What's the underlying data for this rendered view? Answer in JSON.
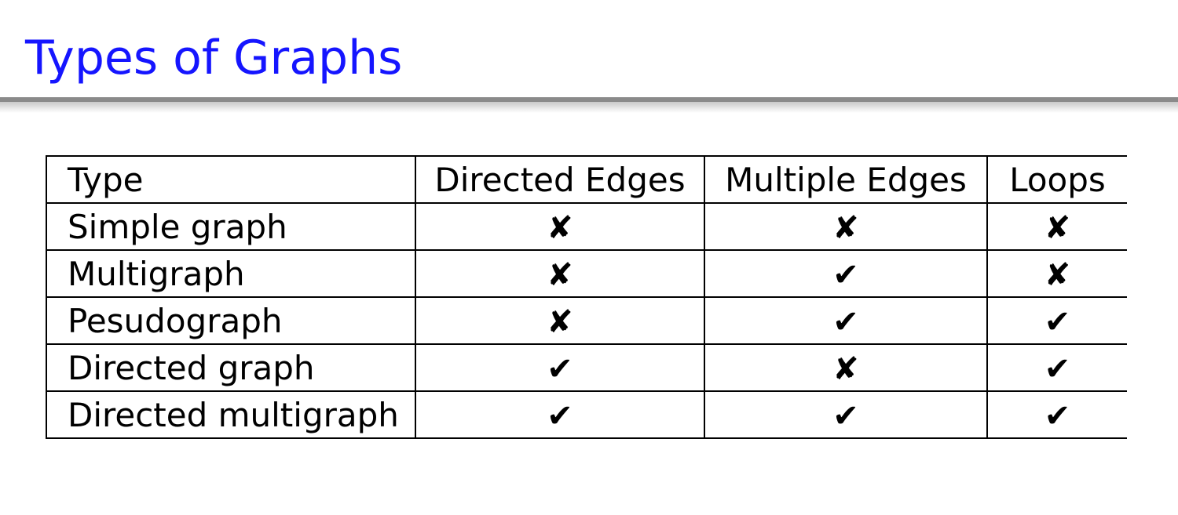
{
  "slide": {
    "title": "Types of Graphs",
    "title_color": "#1515ff"
  },
  "table": {
    "headers": [
      "Type",
      "Directed Edges",
      "Multiple Edges",
      "Loops"
    ],
    "rows": [
      {
        "type": "Simple graph",
        "directed_edges": "✘",
        "multiple_edges": "✘",
        "loops": "✘"
      },
      {
        "type": "Multigraph",
        "directed_edges": "✘",
        "multiple_edges": "✔",
        "loops": "✘"
      },
      {
        "type": "Pesudograph",
        "directed_edges": "✘",
        "multiple_edges": "✔",
        "loops": "✔"
      },
      {
        "type": "Directed graph",
        "directed_edges": "✔",
        "multiple_edges": "✘",
        "loops": "✔"
      },
      {
        "type": "Directed multigraph",
        "directed_edges": "✔",
        "multiple_edges": "✔",
        "loops": "✔"
      }
    ]
  }
}
